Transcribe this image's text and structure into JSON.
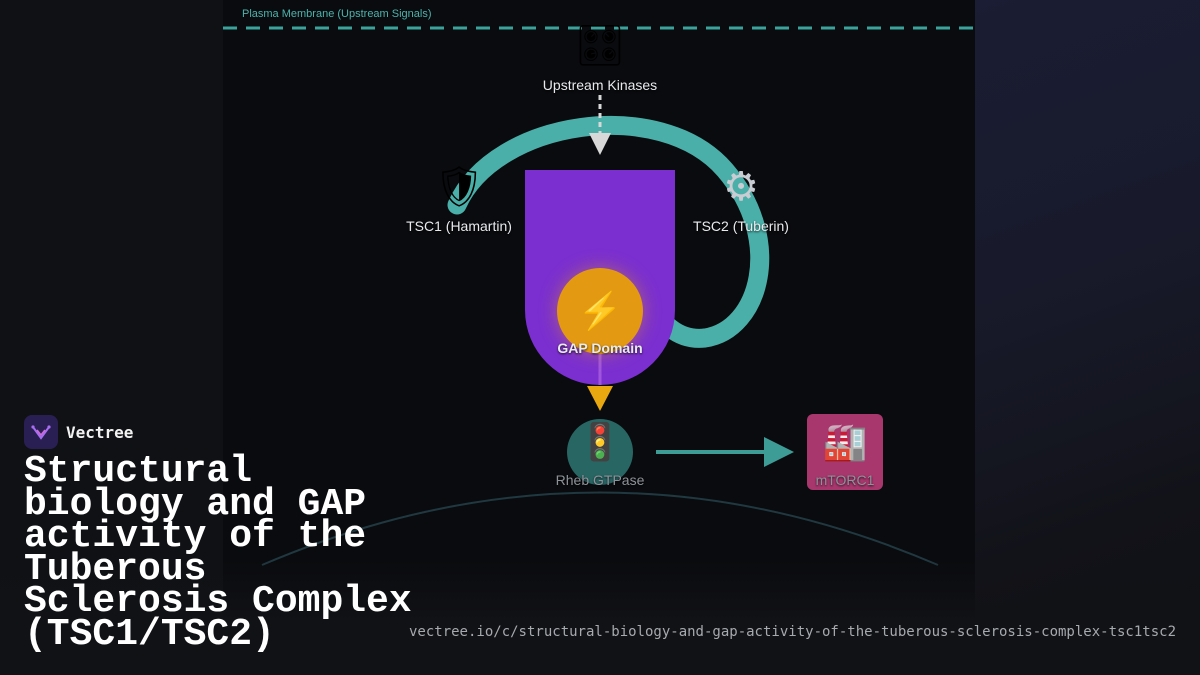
{
  "diagram": {
    "membrane_label": "Plasma Membrane (Upstream Signals)",
    "nodes": {
      "upstream": {
        "label": "Upstream Kinases",
        "icon": "control-knobs-icon"
      },
      "tsc1": {
        "label": "TSC1 (Hamartin)",
        "icon": "shield-icon"
      },
      "tsc2": {
        "label": "TSC2 (Tuberin)",
        "icon": "gear-icon"
      },
      "gap": {
        "label": "GAP Domain",
        "icon": "lightning-icon"
      },
      "rheb": {
        "label": "Rheb GTPase",
        "icon": "traffic-light-icon"
      },
      "mtorc1": {
        "label": "mTORC1",
        "icon": "factory-icon"
      }
    },
    "colors": {
      "membrane": "#3aa39c",
      "ring": "#4db8b1",
      "tsc2_body": "#7b2fd0",
      "gap": "#e39a12",
      "arrow": "#3e9c97",
      "mtorc1": "#c4407f"
    }
  },
  "brand": {
    "name": "Vectree",
    "logo_icon": "vectree-logo-icon"
  },
  "title": "Structural biology and GAP activity of the Tuberous Sclerosis Complex (TSC1/TSC2)",
  "url": "vectree.io/c/structural-biology-and-gap-activity-of-the-tuberous-sclerosis-complex-tsc1tsc2"
}
